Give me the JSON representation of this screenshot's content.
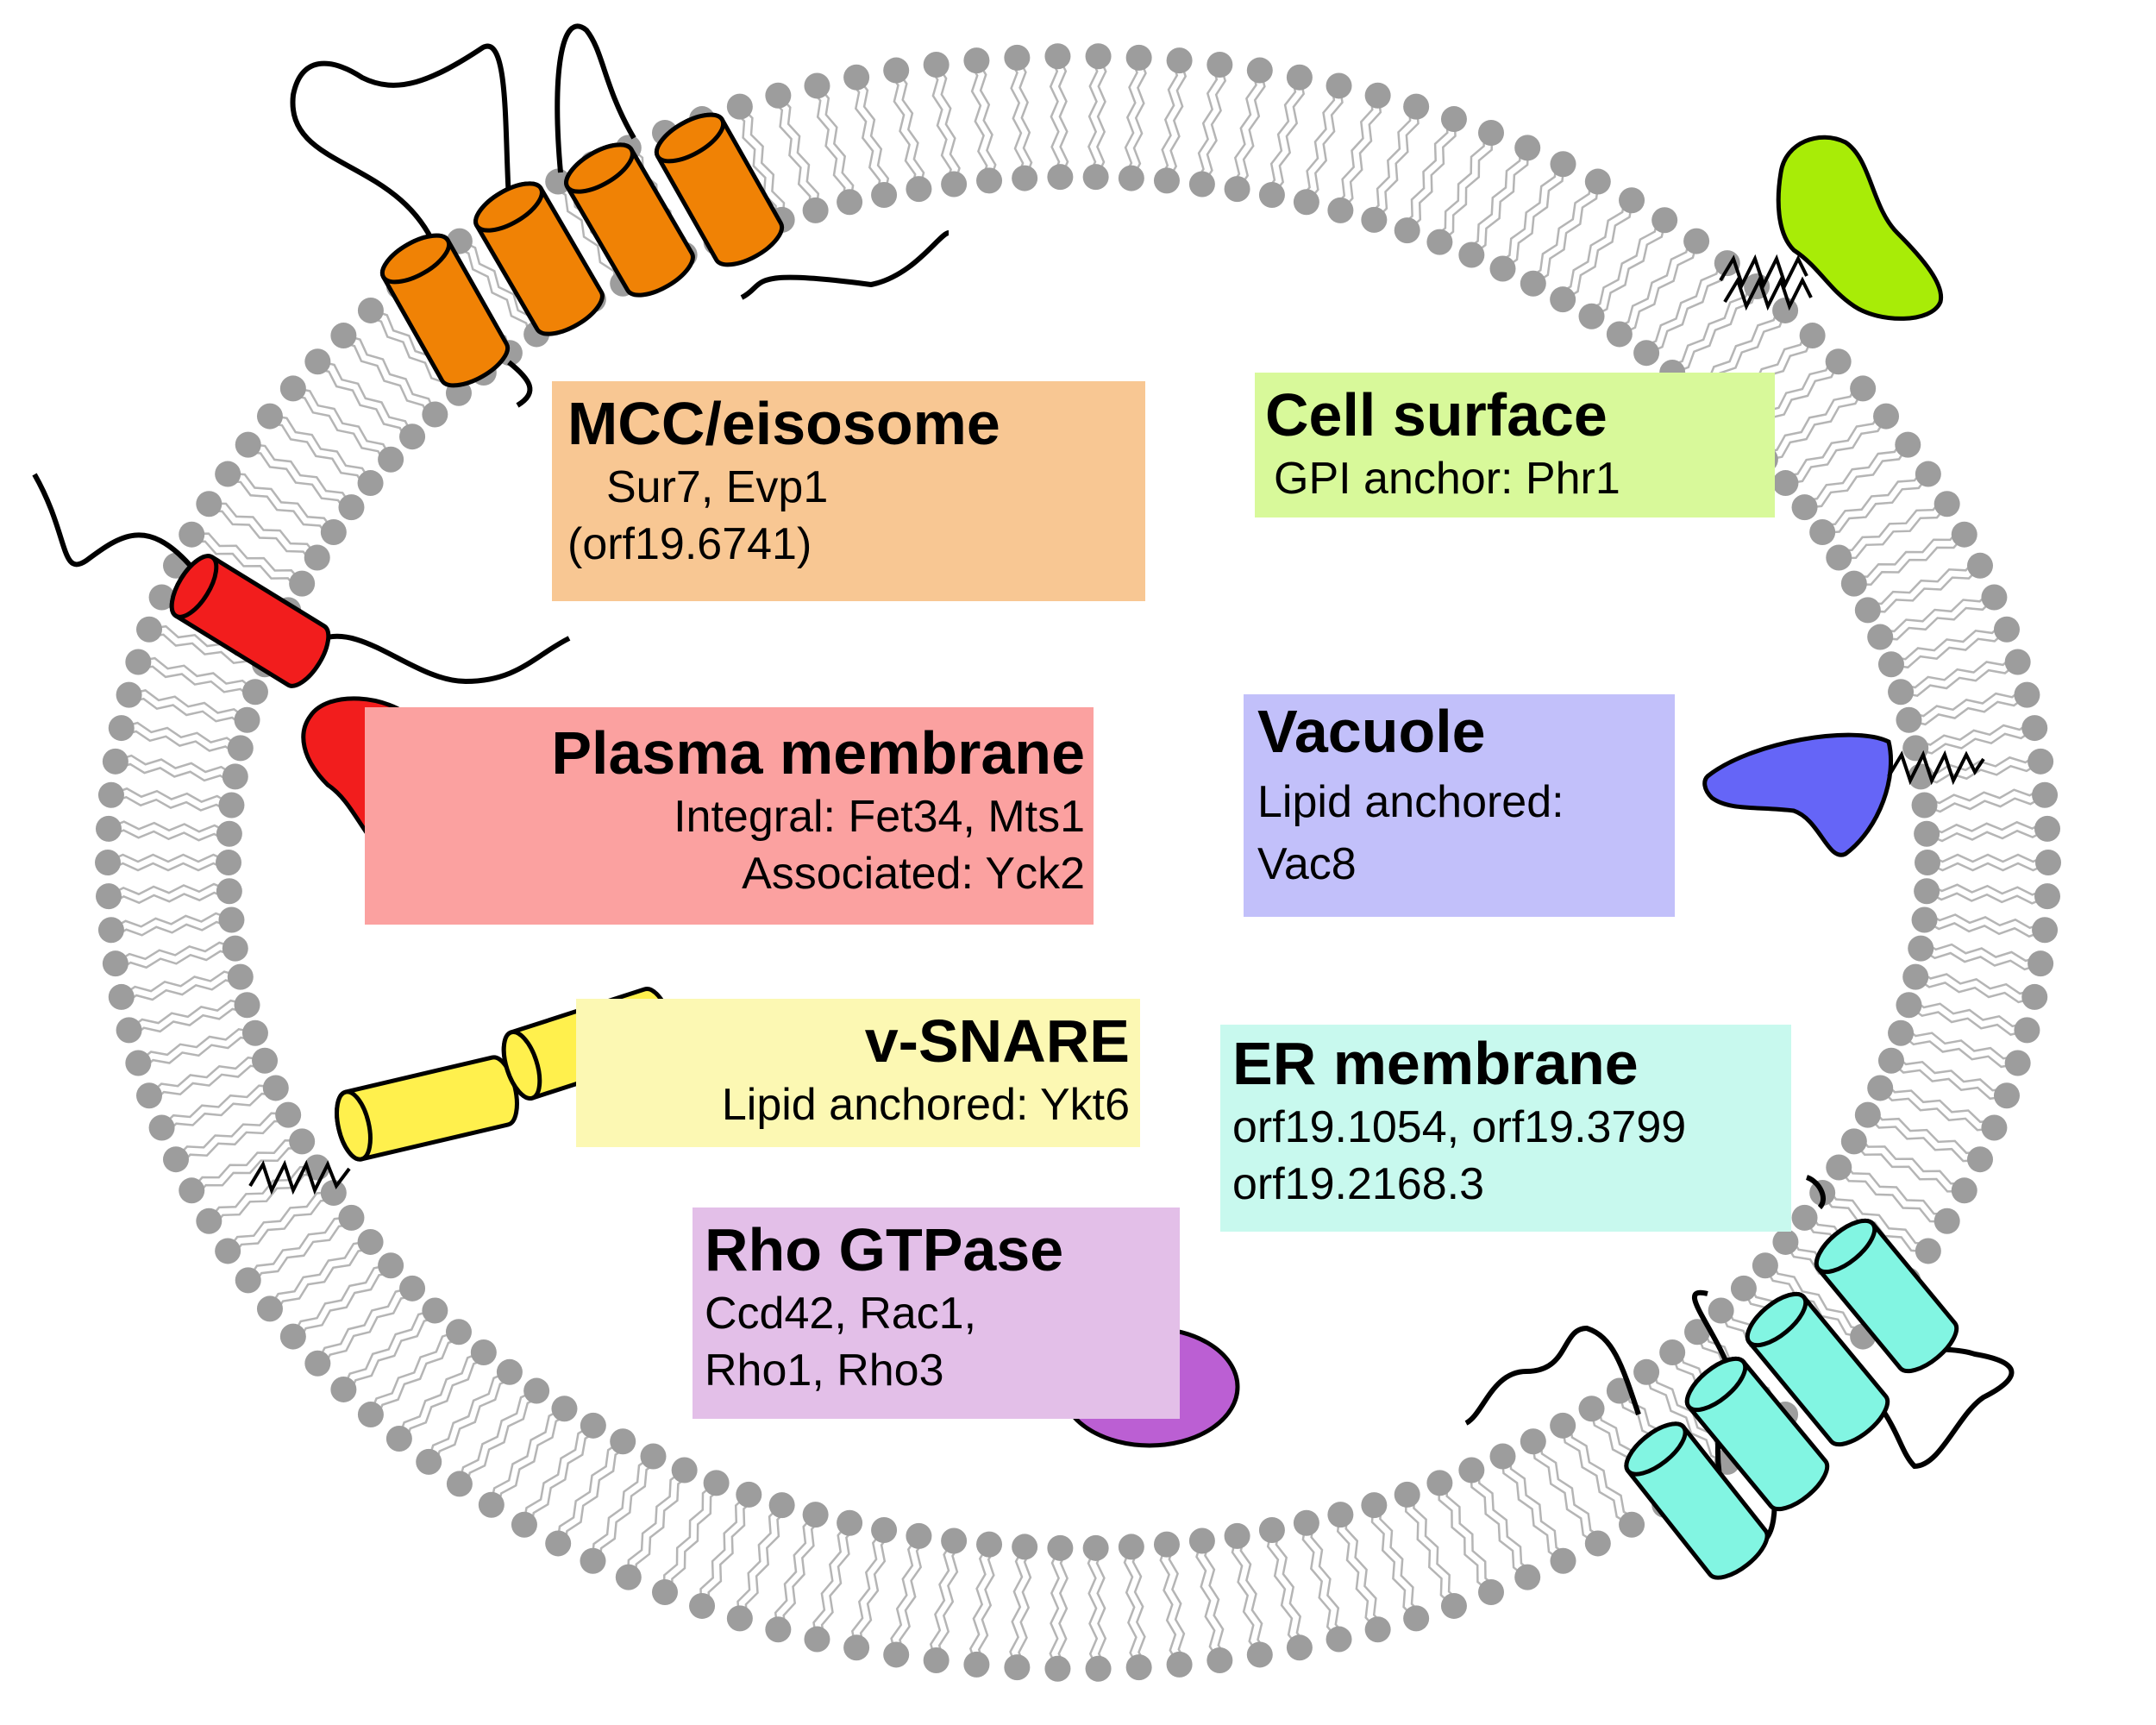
{
  "labels": {
    "mcc": {
      "title": "MCC/eisosome",
      "line1": "Sur7, Evp1",
      "line2": "(orf19.6741)",
      "color": "#f8c793"
    },
    "cell_surface": {
      "title": "Cell surface",
      "line1": "GPI anchor: Phr1",
      "color": "#d8f99a"
    },
    "plasma_membrane": {
      "title": "Plasma membrane",
      "line1": "Integral: Fet34, Mts1",
      "line2": "Associated: Yck2",
      "color": "#fba1a0"
    },
    "vacuole": {
      "title": "Vacuole",
      "line1": "Lipid anchored:",
      "line2": "Vac8",
      "color": "#c2c0fa"
    },
    "vsnare": {
      "title": "v-SNARE",
      "line1": "Lipid anchored: Ykt6",
      "color": "#fcf8b3"
    },
    "er_membrane": {
      "title": "ER membrane",
      "line1": "orf19.1054, orf19.3799",
      "line2": "orf19.2168.3",
      "color": "#c8f9ee"
    },
    "rho_gtpase": {
      "title": "Rho GTPase",
      "line1": "Ccd42, Rac1,",
      "line2": "Rho1, Rho3",
      "color": "#e3bfe8"
    }
  },
  "colors": {
    "membrane_head": "#9d9d9d",
    "membrane_tail": "#b5b5b5",
    "mcc_protein": "#f08205",
    "plasma_protein": "#f21d1d",
    "cell_surface_protein": "#a8ec07",
    "vacuole_protein": "#6565f7",
    "vsnare_protein": "#fff04d",
    "er_protein": "#82f5e2",
    "rho_protein": "#bb5fd3"
  }
}
